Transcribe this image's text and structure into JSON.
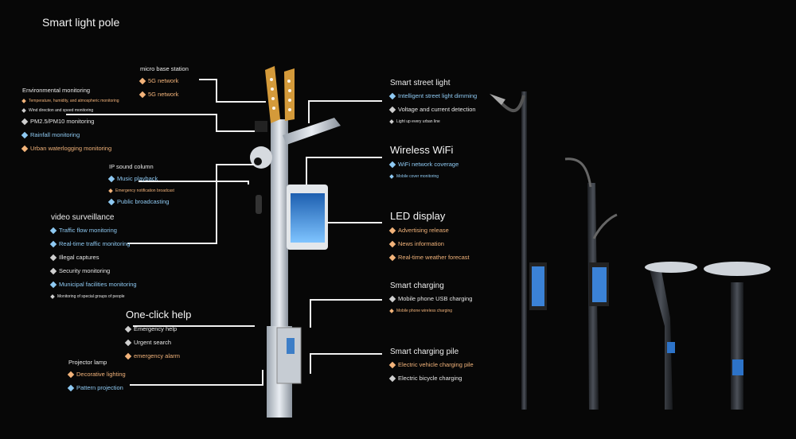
{
  "title": "Smart light pole",
  "left_groups": [
    {
      "id": "micro",
      "heading": "micro base station",
      "items": [
        {
          "text": "5G network",
          "color": "orange"
        },
        {
          "text": "5G network",
          "color": "orange"
        }
      ]
    },
    {
      "id": "env",
      "heading": "Environmental monitoring",
      "items": [
        {
          "text": "Temperature, humidity, and atmospheric monitoring",
          "color": "orange",
          "small": true
        },
        {
          "text": "Wind direction and speed monitoring",
          "color": "white",
          "small": true
        },
        {
          "text": "PM2.5/PM10 monitoring",
          "color": "white"
        },
        {
          "text": "Rainfall monitoring",
          "color": "blue"
        },
        {
          "text": "Urban waterlogging monitoring",
          "color": "orange"
        }
      ]
    },
    {
      "id": "sound",
      "heading": "IP sound column",
      "items": [
        {
          "text": "Music playback",
          "color": "blue"
        },
        {
          "text": "Emergency notification broadcast",
          "color": "orange",
          "small": true
        },
        {
          "text": "Public broadcasting",
          "color": "blue"
        }
      ]
    },
    {
      "id": "video",
      "heading": "video surveillance",
      "items": [
        {
          "text": "Traffic flow monitoring",
          "color": "blue"
        },
        {
          "text": "Real-time traffic monitoring",
          "color": "blue"
        },
        {
          "text": "Illegal captures",
          "color": "white"
        },
        {
          "text": "Security monitoring",
          "color": "white"
        },
        {
          "text": "Municipal facilities monitoring",
          "color": "blue"
        },
        {
          "text": "Monitoring of special groups of people",
          "color": "white",
          "small": true
        }
      ]
    },
    {
      "id": "help",
      "heading": "One-click help",
      "items": [
        {
          "text": "Emergency help",
          "color": "white"
        },
        {
          "text": "Urgent search",
          "color": "white"
        },
        {
          "text": "emergency alarm",
          "color": "orange"
        }
      ]
    },
    {
      "id": "projector",
      "heading": "Projector lamp",
      "items": [
        {
          "text": "Decorative lighting",
          "color": "orange"
        },
        {
          "text": "Pattern projection",
          "color": "blue"
        }
      ]
    }
  ],
  "right_groups": [
    {
      "id": "street",
      "heading": "Smart street light",
      "items": [
        {
          "text": "Intelligent street light dimming",
          "color": "blue"
        },
        {
          "text": "Voltage and current detection",
          "color": "white"
        },
        {
          "text": "Light up every urban line",
          "color": "white",
          "small": true
        }
      ]
    },
    {
      "id": "wifi",
      "heading": "Wireless WiFi",
      "items": [
        {
          "text": "WiFi network coverage",
          "color": "blue"
        },
        {
          "text": "Mobile cover monitoring",
          "color": "blue",
          "small": true
        }
      ]
    },
    {
      "id": "led",
      "heading": "LED display",
      "items": [
        {
          "text": "Advertising release",
          "color": "orange"
        },
        {
          "text": "News information",
          "color": "orange"
        },
        {
          "text": "Real-time weather forecast",
          "color": "orange"
        }
      ]
    },
    {
      "id": "charging",
      "heading": "Smart charging",
      "items": [
        {
          "text": "Mobile phone USB charging",
          "color": "white"
        },
        {
          "text": "Mobile phone wireless charging",
          "color": "orange",
          "small": true
        }
      ]
    },
    {
      "id": "pile",
      "heading": "Smart charging pile",
      "items": [
        {
          "text": "Electric vehicle charging pile",
          "color": "orange"
        },
        {
          "text": "Electric bicycle charging",
          "color": "white"
        }
      ]
    }
  ]
}
